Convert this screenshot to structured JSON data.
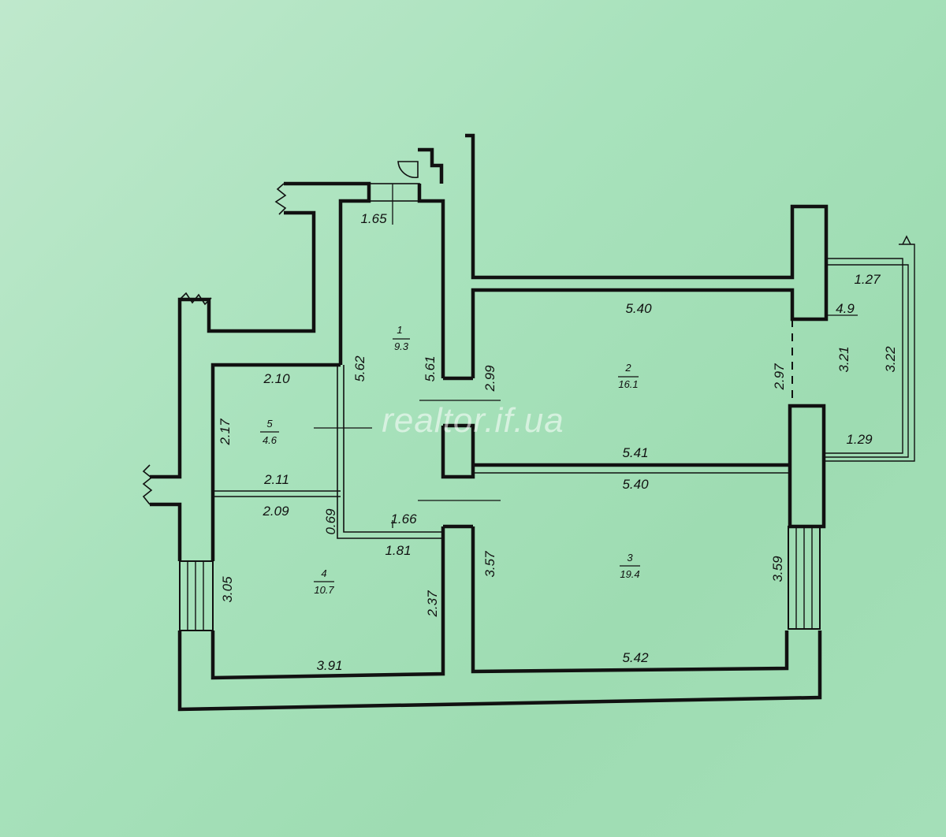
{
  "watermark": "realtor.if.ua",
  "rooms": [
    {
      "number": "1",
      "area": "9.3"
    },
    {
      "number": "2",
      "area": "16.1"
    },
    {
      "number": "3",
      "area": "19.4"
    },
    {
      "number": "4",
      "area": "10.7"
    },
    {
      "number": "5",
      "area": "4.6"
    }
  ],
  "dimensions": {
    "hall_top_width": "1.65",
    "hall_left_height": "5.62",
    "hall_right_height": "5.61",
    "room2_top": "5.40",
    "room2_left": "2.99",
    "room2_right": "2.97",
    "room2_bottom": "5.41",
    "room3_top": "5.40",
    "room3_left": "3.57",
    "room3_right": "3.59",
    "room3_bottom": "5.42",
    "room5_top": "2.10",
    "room5_left": "2.17",
    "room5_bottom": "2.11",
    "room4_top": "2.09",
    "room4_left": "3.05",
    "room4_right": "2.37",
    "room4_bottom": "3.91",
    "corridor_width": "1.66",
    "corridor_height": "0.69",
    "corridor_bottom": "1.81",
    "balcony_top": "1.27",
    "balcony_area": "4.9",
    "balcony_inner_height": "3.21",
    "balcony_outer_height": "3.22",
    "balcony_bottom": "1.29"
  }
}
